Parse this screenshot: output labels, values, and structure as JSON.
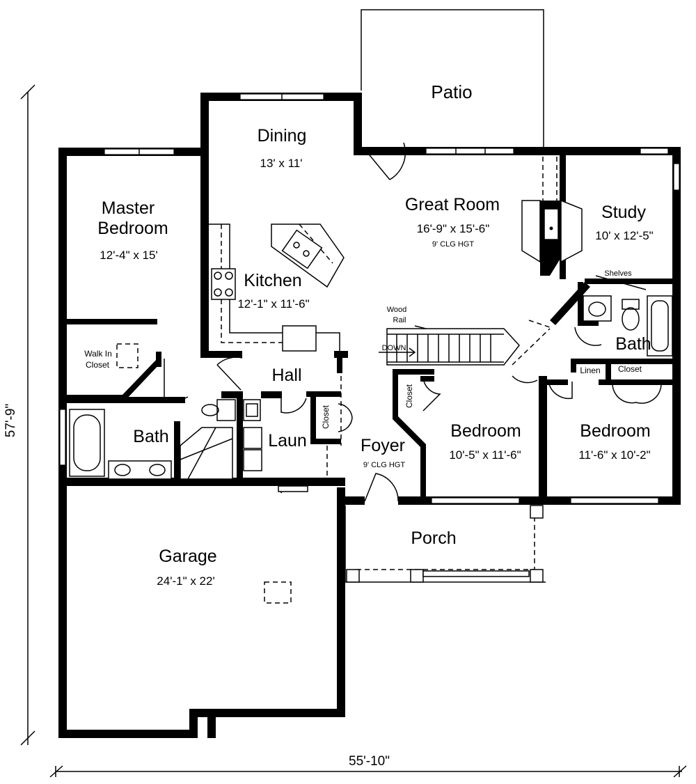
{
  "rooms": {
    "patio": {
      "name": "Patio"
    },
    "dining": {
      "name": "Dining",
      "size": "13' x 11'"
    },
    "great_room": {
      "name": "Great Room",
      "size": "16'-9\" x 15'-6\"",
      "note": "9' CLG HGT"
    },
    "study": {
      "name": "Study",
      "size": "10' x 12'-5\""
    },
    "master_bedroom": {
      "name_line1": "Master",
      "name_line2": "Bedroom",
      "size": "12'-4\" x 15'"
    },
    "kitchen": {
      "name": "Kitchen",
      "size": "12'-1\" x 11'-6\""
    },
    "walk_in_closet": {
      "line1": "Walk In",
      "line2": "Closet"
    },
    "hall": {
      "name": "Hall"
    },
    "master_bath": {
      "name": "Bath"
    },
    "laundry": {
      "name": "Laun"
    },
    "foyer": {
      "name": "Foyer",
      "note": "9' CLG HGT"
    },
    "bedroom_2": {
      "name": "Bedroom",
      "size": "10'-5\" x 11'-6\""
    },
    "bedroom_3": {
      "name": "Bedroom",
      "size": "11'-6\" x 10'-2\""
    },
    "bath_2": {
      "name": "Bath"
    },
    "porch": {
      "name": "Porch"
    },
    "garage": {
      "name": "Garage",
      "size": "24'-1\" x 22'"
    }
  },
  "annotations": {
    "shelves": "Shelves",
    "wood_rail_line1": "Wood",
    "wood_rail_line2": "Rail",
    "stair_down": "DOWN",
    "linen": "Linen",
    "closet_right": "Closet",
    "closet_foyer": "Closet",
    "closet_bedroom": "Closet"
  },
  "overall_dimensions": {
    "width": "55'-10\"",
    "depth": "57'-9\""
  }
}
